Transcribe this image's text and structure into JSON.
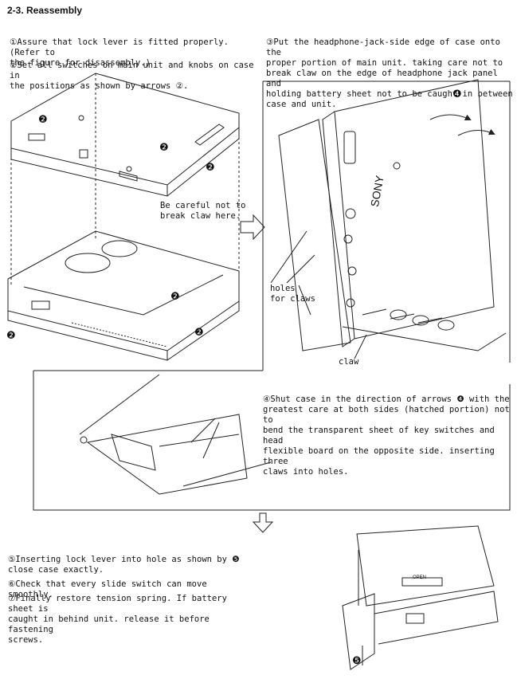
{
  "section": {
    "title": "2-3.  Reassembly"
  },
  "steps": [
    {
      "marker": "①",
      "text": "Assure that lock lever is fitted properly. (Refer to\n the figure for disassembly.)"
    },
    {
      "marker": "②",
      "text": "Set all switches on main unit and knobs on case in\n the positions as shown by arrows  ②."
    },
    {
      "marker": "③",
      "text": "Put the headphone-jack-side edge of case onto the\n proper portion of main unit. taking care not to\n break claw on the edge of headphone jack panel and\n holding battery sheet not to be caught in between\n case and unit."
    },
    {
      "marker": "④",
      "text": "Shut case in the direction of arrows  ❹  with the\n greatest care at both sides (hatched portion) not to\n bend the transparent sheet of key switches  and head\n flexible board on the opposite side. inserting three\n claws into holes."
    },
    {
      "marker": "⑤",
      "text": "Inserting lock lever into hole as shown by  ❺\n close case exactly."
    },
    {
      "marker": "⑥",
      "text": "Check that every slide switch can move smoothly."
    },
    {
      "marker": "⑦",
      "text": "Finally restore tension spring. If battery sheet is\n caught in behind unit. release it before fastening\n screws."
    }
  ],
  "figure_labels": {
    "careful": "Be careful not to\nbreak claw here.",
    "holes": "holes\nfor claws",
    "claw": "claw",
    "brand": "SONY",
    "open": "OPEN",
    "arrow2": "❷",
    "arrow4": "❹",
    "arrow5": "❺"
  }
}
